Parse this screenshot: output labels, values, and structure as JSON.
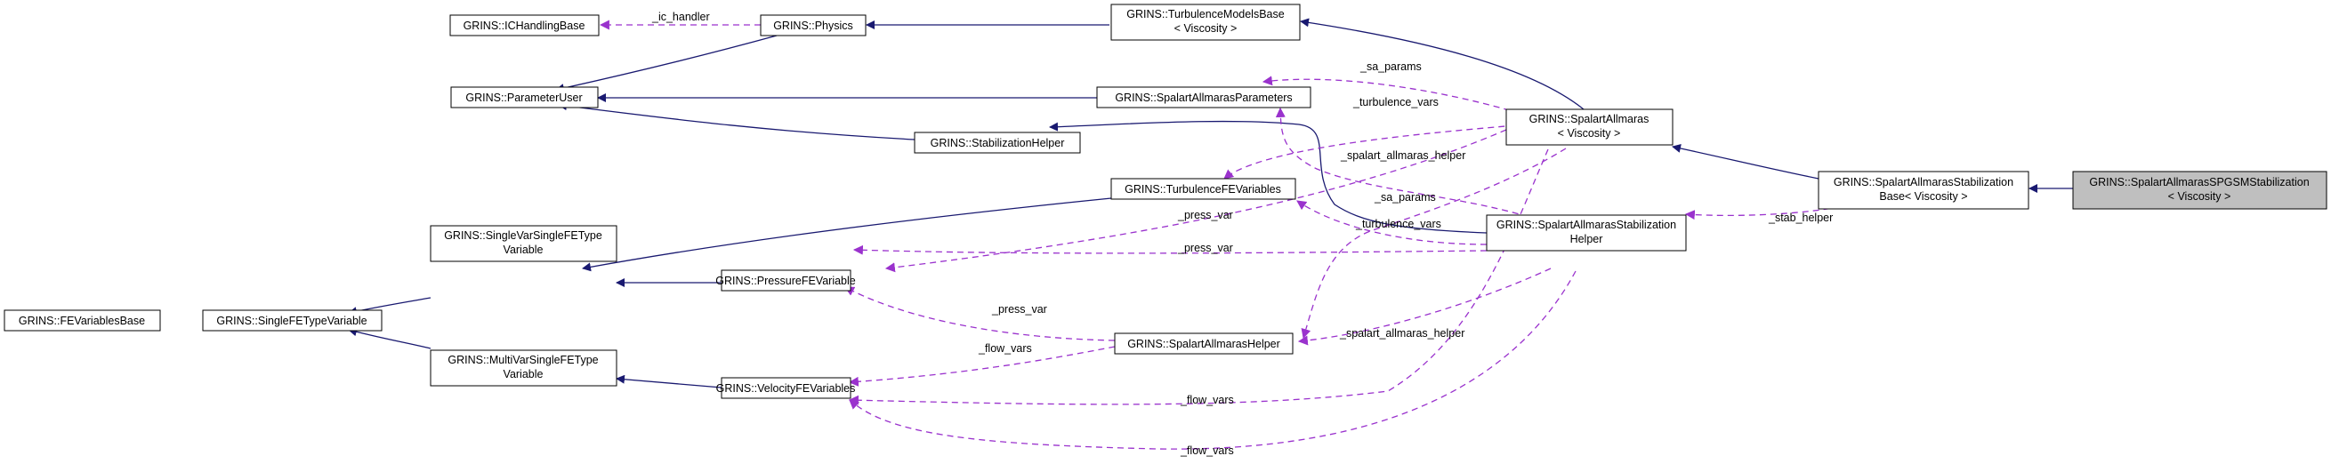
{
  "nodes": {
    "fevariablesbase": [
      "GRINS::FEVariablesBase"
    ],
    "singlefetypevariable": [
      "GRINS::SingleFETypeVariable"
    ],
    "singlevarsinglefetype": [
      "GRINS::SingleVarSingleFEType",
      "Variable"
    ],
    "multivarsinglefetype": [
      "GRINS::MultiVarSingleFEType",
      "Variable"
    ],
    "pressurefevariable": [
      "GRINS::PressureFEVariable"
    ],
    "velocityfevariables": [
      "GRINS::VelocityFEVariables"
    ],
    "turbulencefevariables": [
      "GRINS::TurbulenceFEVariables"
    ],
    "spalartallmarashelper": [
      "GRINS::SpalartAllmarasHelper"
    ],
    "parameteruser": [
      "GRINS::ParameterUser"
    ],
    "ichandlingbase": [
      "GRINS::ICHandlingBase"
    ],
    "physics": [
      "GRINS::Physics"
    ],
    "turbulencemodelsbase": [
      "GRINS::TurbulenceModelsBase",
      "< Viscosity >"
    ],
    "spalartallmarasparameters": [
      "GRINS::SpalartAllmarasParameters"
    ],
    "stabilizationhelper": [
      "GRINS::StabilizationHelper"
    ],
    "spalartallmaras": [
      "GRINS::SpalartAllmaras",
      "< Viscosity >"
    ],
    "spalartallmarasstabilizationhelper": [
      "GRINS::SpalartAllmarasStabilization",
      "Helper"
    ],
    "spalartallmarasstabilizationbase": [
      "GRINS::SpalartAllmarasStabilization",
      "Base< Viscosity >"
    ],
    "spalartallmarasspgsmstabilization": [
      "GRINS::SpalartAllmarasSPGSMStabilization",
      "< Viscosity >"
    ]
  },
  "edge_labels": {
    "ic_handler": "_ic_handler",
    "sa_params_top": "_sa_params",
    "turbulence_vars_top": "_turbulence_vars",
    "spalart_allmaras_helper_top": "_spalart_allmaras_helper",
    "sa_params_mid": "_sa_params",
    "stab_helper": "_stab_helper",
    "press_var_top": "_press_var",
    "turbulence_vars_mid": "_turbulence_vars",
    "press_var_mid": "_press_var",
    "press_var_low": "_press_var",
    "spalart_allmaras_helper_low": "_spalart_allmaras_helper",
    "flow_vars_helper": "_flow_vars",
    "flow_vars_mid": "_flow_vars",
    "flow_vars_bottom": "_flow_vars"
  },
  "colors": {
    "inheritance": "#191970",
    "usage": "#9a32cd",
    "focus_fill": "#bfbfbf"
  }
}
